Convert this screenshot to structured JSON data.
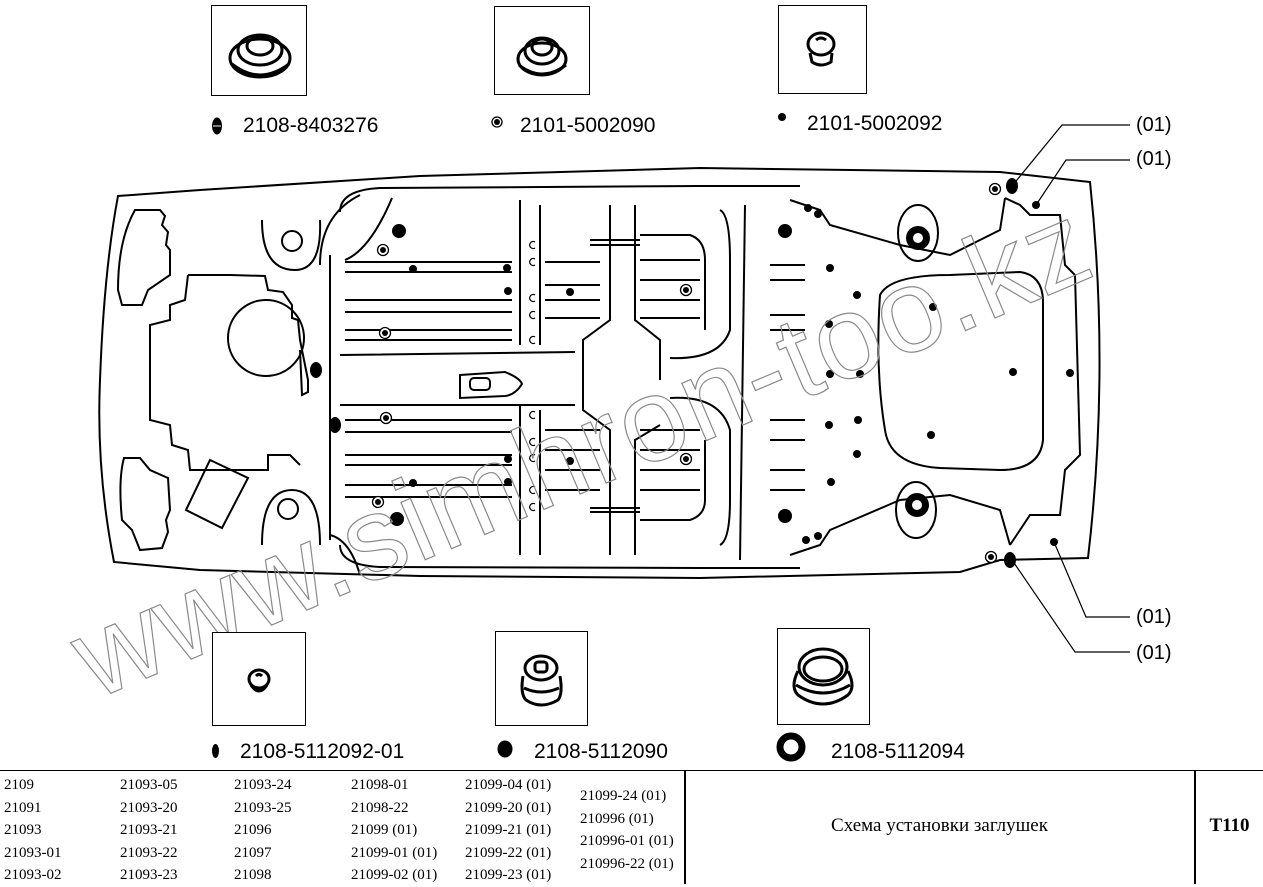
{
  "document": {
    "title": "Схема установки заглушек",
    "code": "T110"
  },
  "parts_top": [
    {
      "number": "2108-8403276",
      "marker": "oval-plug"
    },
    {
      "number": "2101-5002090",
      "marker": "ringed-dot"
    },
    {
      "number": "2101-5002092",
      "marker": "small-dot"
    }
  ],
  "parts_bottom": [
    {
      "number": "2108-5112092-01",
      "marker": "narrow-oval"
    },
    {
      "number": "2108-5112090",
      "marker": "large-dot"
    },
    {
      "number": "2108-5112094",
      "marker": "thick-ring"
    }
  ],
  "callouts": [
    "(01)",
    "(01)",
    "(01)",
    "(01)"
  ],
  "watermark": "www.simhron-too.kz",
  "models": {
    "col1": [
      "2109",
      "21091",
      "21093",
      "21093-01",
      "21093-02"
    ],
    "col2": [
      "21093-05",
      "21093-20",
      "21093-21",
      "21093-22",
      "21093-23"
    ],
    "col3": [
      "21093-24",
      "21093-25",
      "21096",
      "21097",
      "21098"
    ],
    "col4": [
      "21098-01",
      "21098-22",
      "21099 (01)",
      "21099-01 (01)",
      "21099-02 (01)"
    ],
    "col5": [
      "21099-04 (01)",
      "21099-20 (01)",
      "21099-21 (01)",
      "21099-22 (01)",
      "21099-23 (01)"
    ],
    "col6": [
      "21099-24 (01)",
      "210996 (01)",
      "210996-01 (01)",
      "210996-22 (01)"
    ]
  }
}
